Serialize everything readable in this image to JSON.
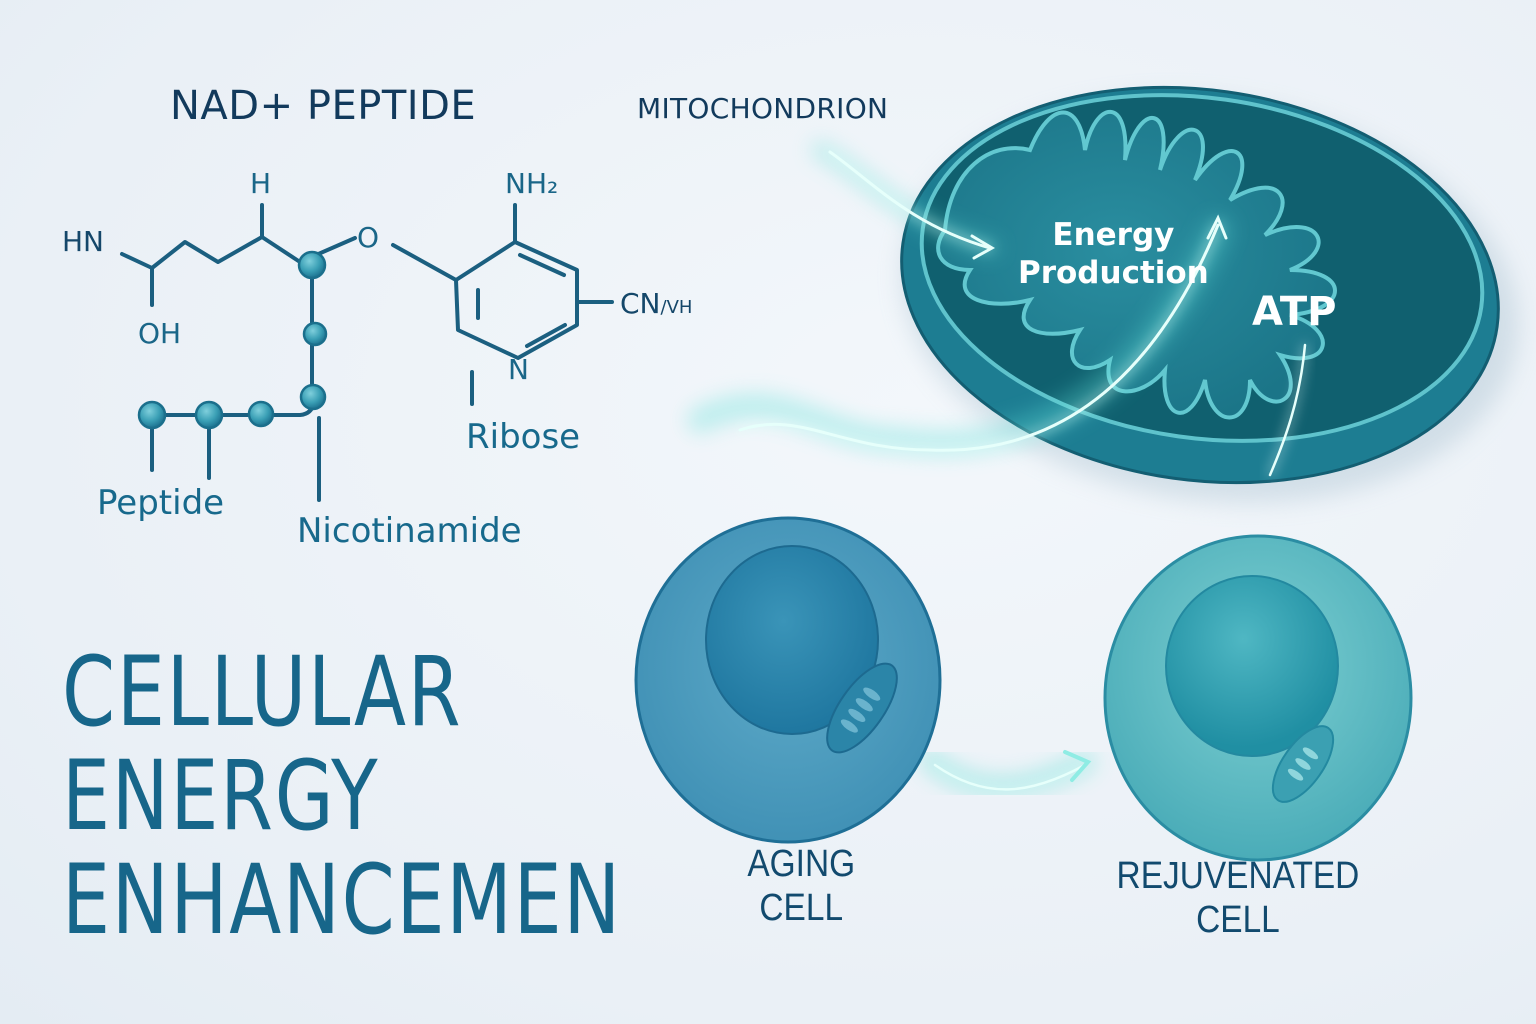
{
  "molecule": {
    "title": "NAD+ PEPTIDE",
    "atoms": {
      "hn": "HN",
      "oh": "OH",
      "h": "H",
      "o": "O",
      "nh2": "NH₂",
      "cn": "CN",
      "cn_sub": "/VH",
      "n": "N"
    },
    "parts": {
      "peptide": "Peptide",
      "nicotinamide": "Nicotinamide",
      "ribose": "Ribose"
    }
  },
  "mitochondrion": {
    "label": "MITOCHONDRION",
    "energy_line1": "Energy",
    "energy_line2": "Production",
    "atp": "ATP"
  },
  "headline": {
    "line1": "CELLULAR",
    "line2": "ENERGY",
    "line3": "ENHANCEMEN"
  },
  "cells": {
    "aging": {
      "line1": "AGING",
      "line2": "CELL"
    },
    "rejuvenated": {
      "line1": "REJUVENATED",
      "line2": "CELL"
    }
  },
  "colors": {
    "background": "#eef3f8",
    "dark_navy": "#123a5c",
    "teal_text": "#17698c",
    "mito_outer": "#1c7f93",
    "mito_inner": "#0f5f70",
    "glow": "#7de8e0",
    "aging_cell": "#4a9dbf",
    "rejuvenated_cell": "#5cbcc4"
  }
}
